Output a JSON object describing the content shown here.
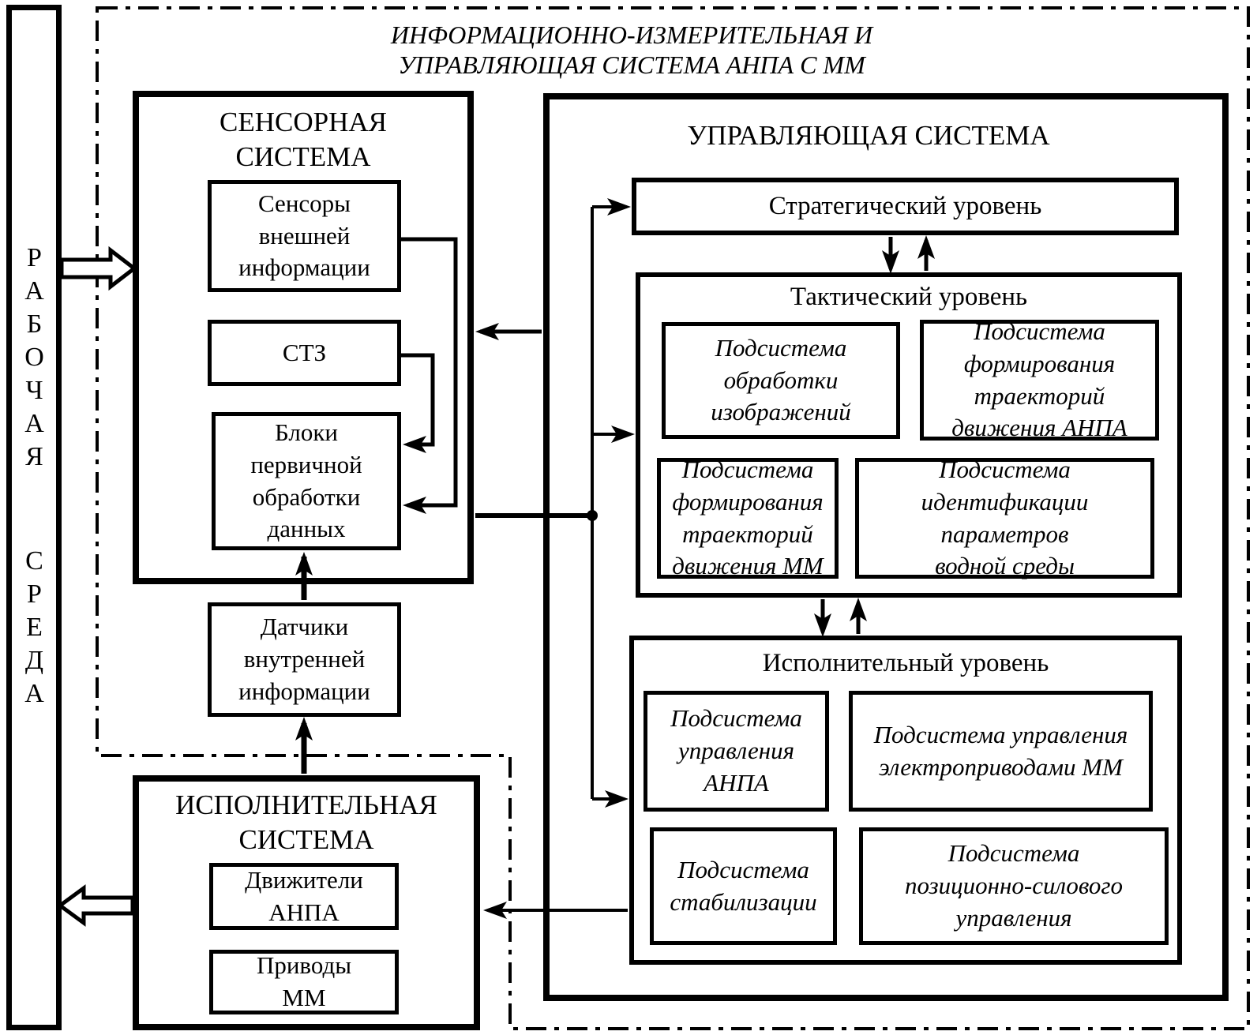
{
  "colors": {
    "line": "#000000",
    "background": "#ffffff"
  },
  "main_title": {
    "line1": "ИНФОРМАЦИОННО-ИЗМЕРИТЕЛЬНАЯ И",
    "line2": "УПРАВЛЯЮЩАЯ СИСТЕМА АНПА С ММ"
  },
  "work_env": {
    "word1": "РАБОЧАЯ",
    "word2": "СРЕДА"
  },
  "sensor_system": {
    "title": "СЕНСОРНАЯ СИСТЕМА",
    "external_sensors": "Сенсоры внешней информации",
    "stz": "СТЗ",
    "primary_processing": "Блоки первичной обработки данных"
  },
  "internal_sensors": "Датчики внутренней информации",
  "control_system": {
    "title": "УПРАВЛЯЮЩАЯ СИСТЕМА",
    "strategic_level": "Стратегический уровень",
    "tactical_level": {
      "title": "Тактический уровень",
      "image_processing": "Подсистема обработки изображений",
      "auv_trajectory": "Подсистема формирования траекторий движения АНПА",
      "mm_trajectory": "Подсистема формирования траекторий движения ММ",
      "water_identification": "Подсистема идентификации параметров водной среды"
    },
    "executive_level": {
      "title": "Исполнительный уровень",
      "auv_control": "Подсистема управления АНПА",
      "mm_drive_control": "Подсистема управления электроприводами ММ",
      "stabilization": "Подсистема стабилизации",
      "position_force": "Подсистема позиционно-силового управления"
    }
  },
  "executive_system": {
    "title": "ИСПОЛНИТЕЛЬНАЯ СИСТЕМА",
    "auv_thrusters": "Движители АНПА",
    "mm_drives": "Приводы ММ"
  }
}
